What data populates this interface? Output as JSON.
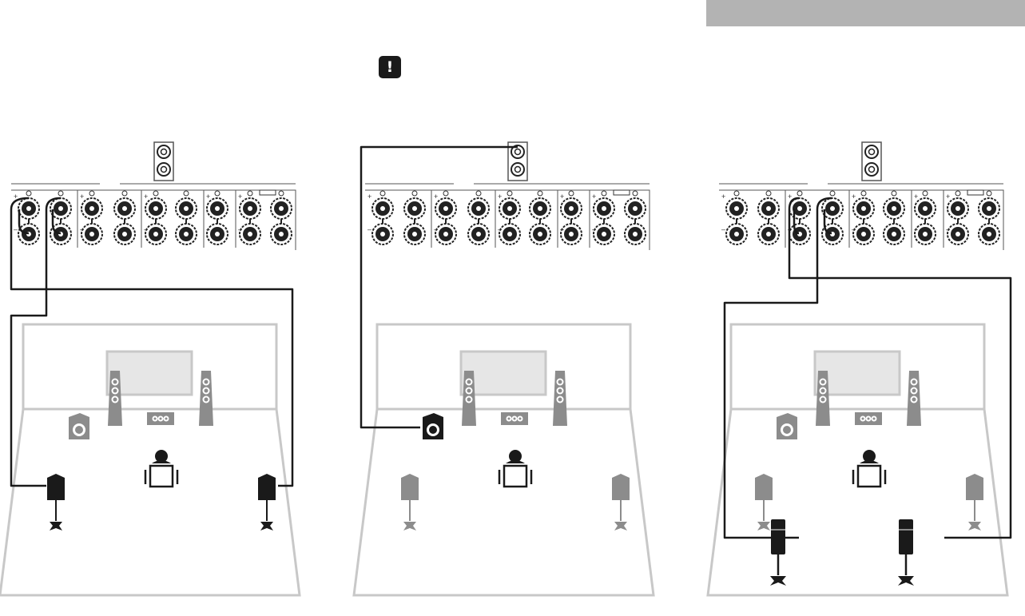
{
  "header_band": {
    "color": "#b3b3b3"
  },
  "warning": {
    "icon": "exclamation-icon",
    "glyph": "!",
    "color": "#1a1a1a"
  },
  "colors": {
    "room_outline": "#c8c8c8",
    "tv_screen": "#e6e6e6",
    "speaker_gray": "#8c8c8c",
    "speaker_dark": "#1a1a1a",
    "cable": "#1a1a1a",
    "terminal_panel": "#555555"
  },
  "panels": [
    {
      "name": "left",
      "highlight": "surround",
      "subwoofer_connected": false,
      "presence_speakers": false
    },
    {
      "name": "middle",
      "highlight": "subwoofer",
      "subwoofer_connected": true,
      "presence_speakers": false
    },
    {
      "name": "right",
      "highlight": "surround-back",
      "subwoofer_connected": false,
      "presence_speakers": true
    }
  ],
  "labels": {
    "plus": "+",
    "minus": "–"
  }
}
